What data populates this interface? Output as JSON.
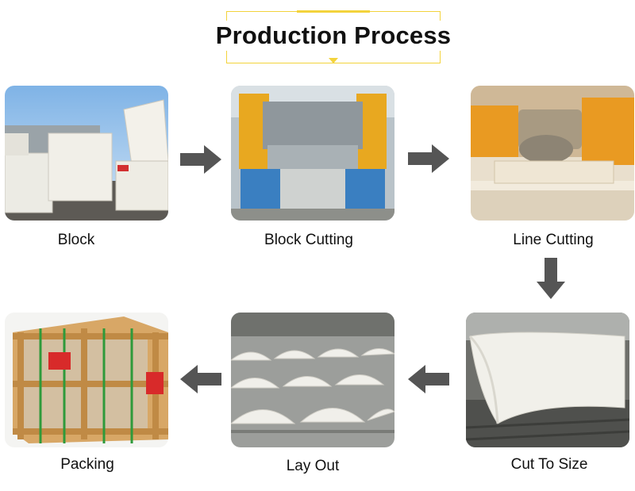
{
  "title": "Production Process",
  "steps": [
    {
      "label": "Block"
    },
    {
      "label": "Block Cutting"
    },
    {
      "label": "Line Cutting"
    },
    {
      "label": "Cut To Size"
    },
    {
      "label": "Lay Out"
    },
    {
      "label": "Packing"
    }
  ],
  "colors": {
    "accent": "#f3d33c",
    "arrow": "#555555",
    "machine_yellow": "#e8a820",
    "machine_blue": "#3a7fc1",
    "packing_red": "#d82a2a",
    "strap_green": "#2e9a3a"
  }
}
